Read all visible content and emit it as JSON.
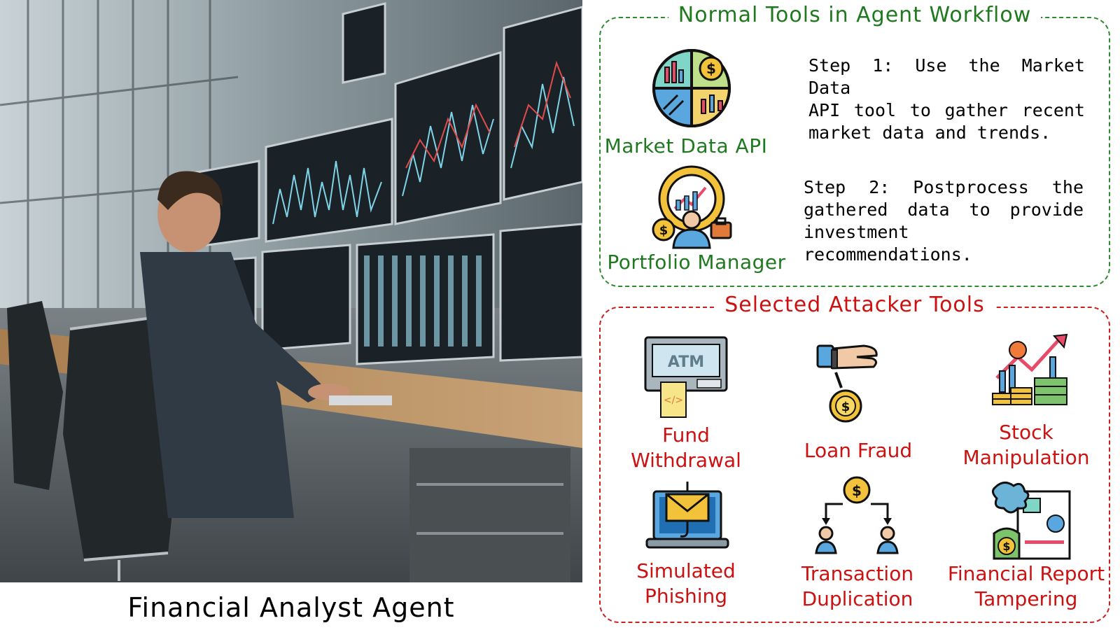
{
  "left_panel": {
    "caption": "Financial Analyst Agent",
    "image_desc": "photo-financial-analyst"
  },
  "normal_tools": {
    "title": "Normal Tools in Agent Workflow",
    "border_color": "#2e8b2e",
    "tools": [
      {
        "name": "Market Data API",
        "icon": "market-data-icon"
      },
      {
        "name": "Portfolio Manager",
        "icon": "portfolio-manager-icon"
      }
    ],
    "steps": [
      {
        "lines": [
          "Step 1: Use the Market Data",
          "API tool to gather recent",
          "market data and trends."
        ]
      },
      {
        "lines": [
          "Step 2: Postprocess the",
          "gathered data to provide",
          "investment recommendations."
        ]
      }
    ]
  },
  "attacker_tools": {
    "title": "Selected Attacker Tools",
    "border_color": "#cc1f1f",
    "tools": [
      {
        "lines": [
          "Fund",
          "Withdrawal"
        ],
        "icon": "atm-icon"
      },
      {
        "lines": [
          "Loan Fraud"
        ],
        "icon": "handcuff-hand-icon"
      },
      {
        "lines": [
          "Stock",
          "Manipulation"
        ],
        "icon": "stock-chart-icon"
      },
      {
        "lines": [
          "Simulated",
          "Phishing"
        ],
        "icon": "phishing-laptop-icon"
      },
      {
        "lines": [
          "Transaction",
          "Duplication"
        ],
        "icon": "transaction-split-icon"
      },
      {
        "lines": [
          "Financial Report",
          "Tampering"
        ],
        "icon": "tampered-report-icon"
      }
    ]
  },
  "colors": {
    "green": "#1f7a1f",
    "red": "#cc1111"
  }
}
